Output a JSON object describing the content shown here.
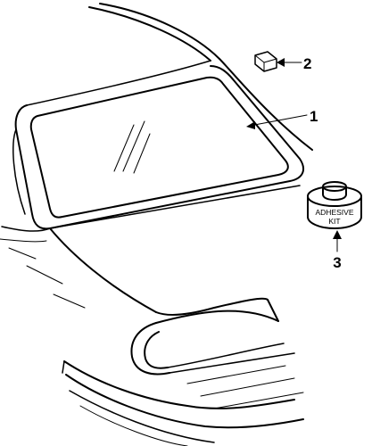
{
  "diagram": {
    "parts": [
      {
        "number": "1"
      },
      {
        "number": "2"
      },
      {
        "number": "3"
      }
    ],
    "kit_label_line1": "ADHESIVE",
    "kit_label_line2": "KIT"
  }
}
